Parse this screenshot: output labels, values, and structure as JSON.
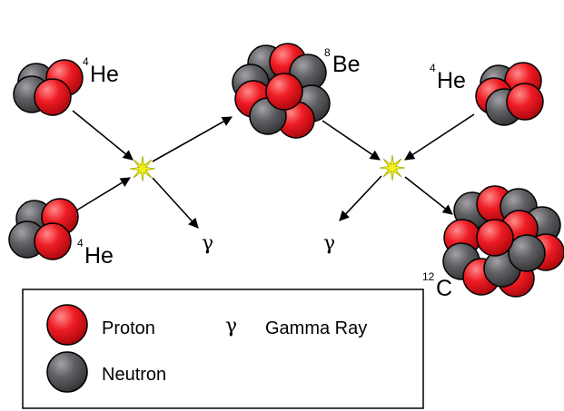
{
  "colors": {
    "proton": "#e8141b",
    "neutron": "#5e5e62",
    "star": "#f3f31a"
  },
  "nuclei": {
    "he4_top": {
      "mass": "4",
      "symbol": "He"
    },
    "he4_bottom": {
      "mass": "4",
      "symbol": "He"
    },
    "be8": {
      "mass": "8",
      "symbol": "Be"
    },
    "he4_right": {
      "mass": "4",
      "symbol": "He"
    },
    "c12": {
      "mass": "12",
      "symbol": "C"
    }
  },
  "gamma_symbol": "γ",
  "legend": {
    "proton": "Proton",
    "neutron": "Neutron",
    "gamma_symbol": "γ",
    "gamma": "Gamma Ray"
  }
}
